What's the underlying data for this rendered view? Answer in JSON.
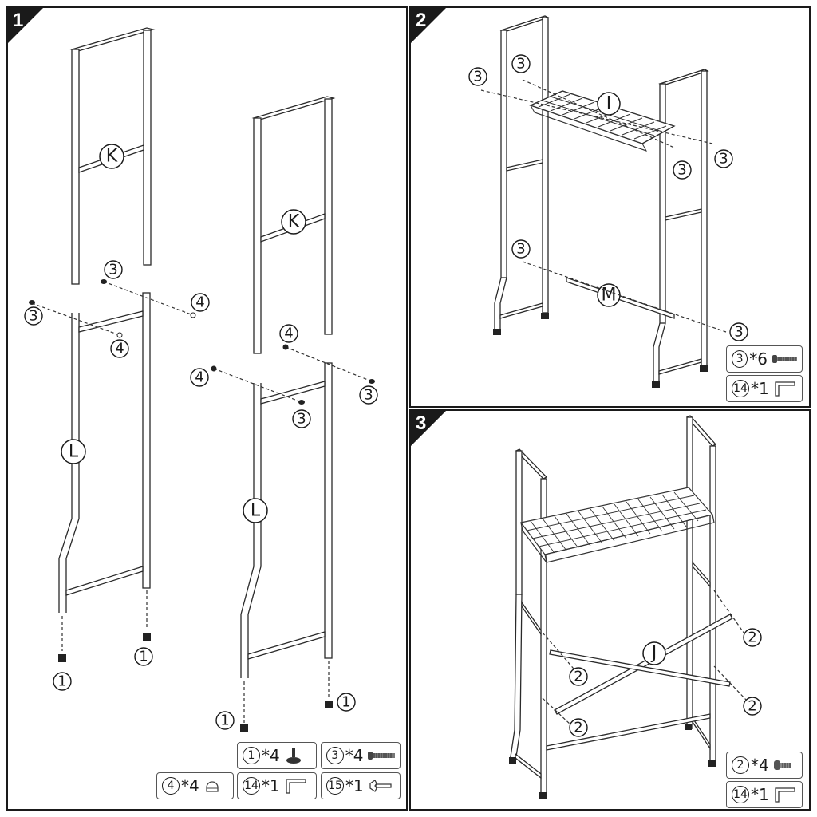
{
  "steps": [
    {
      "number": "1"
    },
    {
      "number": "2"
    },
    {
      "number": "3"
    }
  ],
  "part_labels": {
    "K": "K",
    "L": "L",
    "I": "I",
    "M": "M",
    "J": "J"
  },
  "callouts": {
    "c1": "1",
    "c2": "2",
    "c3": "3",
    "c4": "4"
  },
  "step1_legend": [
    {
      "num": "1",
      "qty": "*4",
      "icon": "foot-pad-icon"
    },
    {
      "num": "3",
      "qty": "*4",
      "icon": "long-screw-icon"
    },
    {
      "num": "4",
      "qty": "*4",
      "icon": "cap-nut-icon"
    },
    {
      "num": "14",
      "qty": "*1",
      "icon": "allen-key-icon"
    },
    {
      "num": "15",
      "qty": "*1",
      "icon": "wrench-icon"
    }
  ],
  "step2_legend": [
    {
      "num": "3",
      "qty": "*6",
      "icon": "long-screw-icon"
    },
    {
      "num": "14",
      "qty": "*1",
      "icon": "allen-key-icon"
    }
  ],
  "step3_legend": [
    {
      "num": "2",
      "qty": "*4",
      "icon": "short-screw-icon"
    },
    {
      "num": "14",
      "qty": "*1",
      "icon": "allen-key-icon"
    }
  ],
  "colors": {
    "ink": "#1a1a1a",
    "paper": "#ffffff",
    "tab": "#1a1a1a"
  }
}
